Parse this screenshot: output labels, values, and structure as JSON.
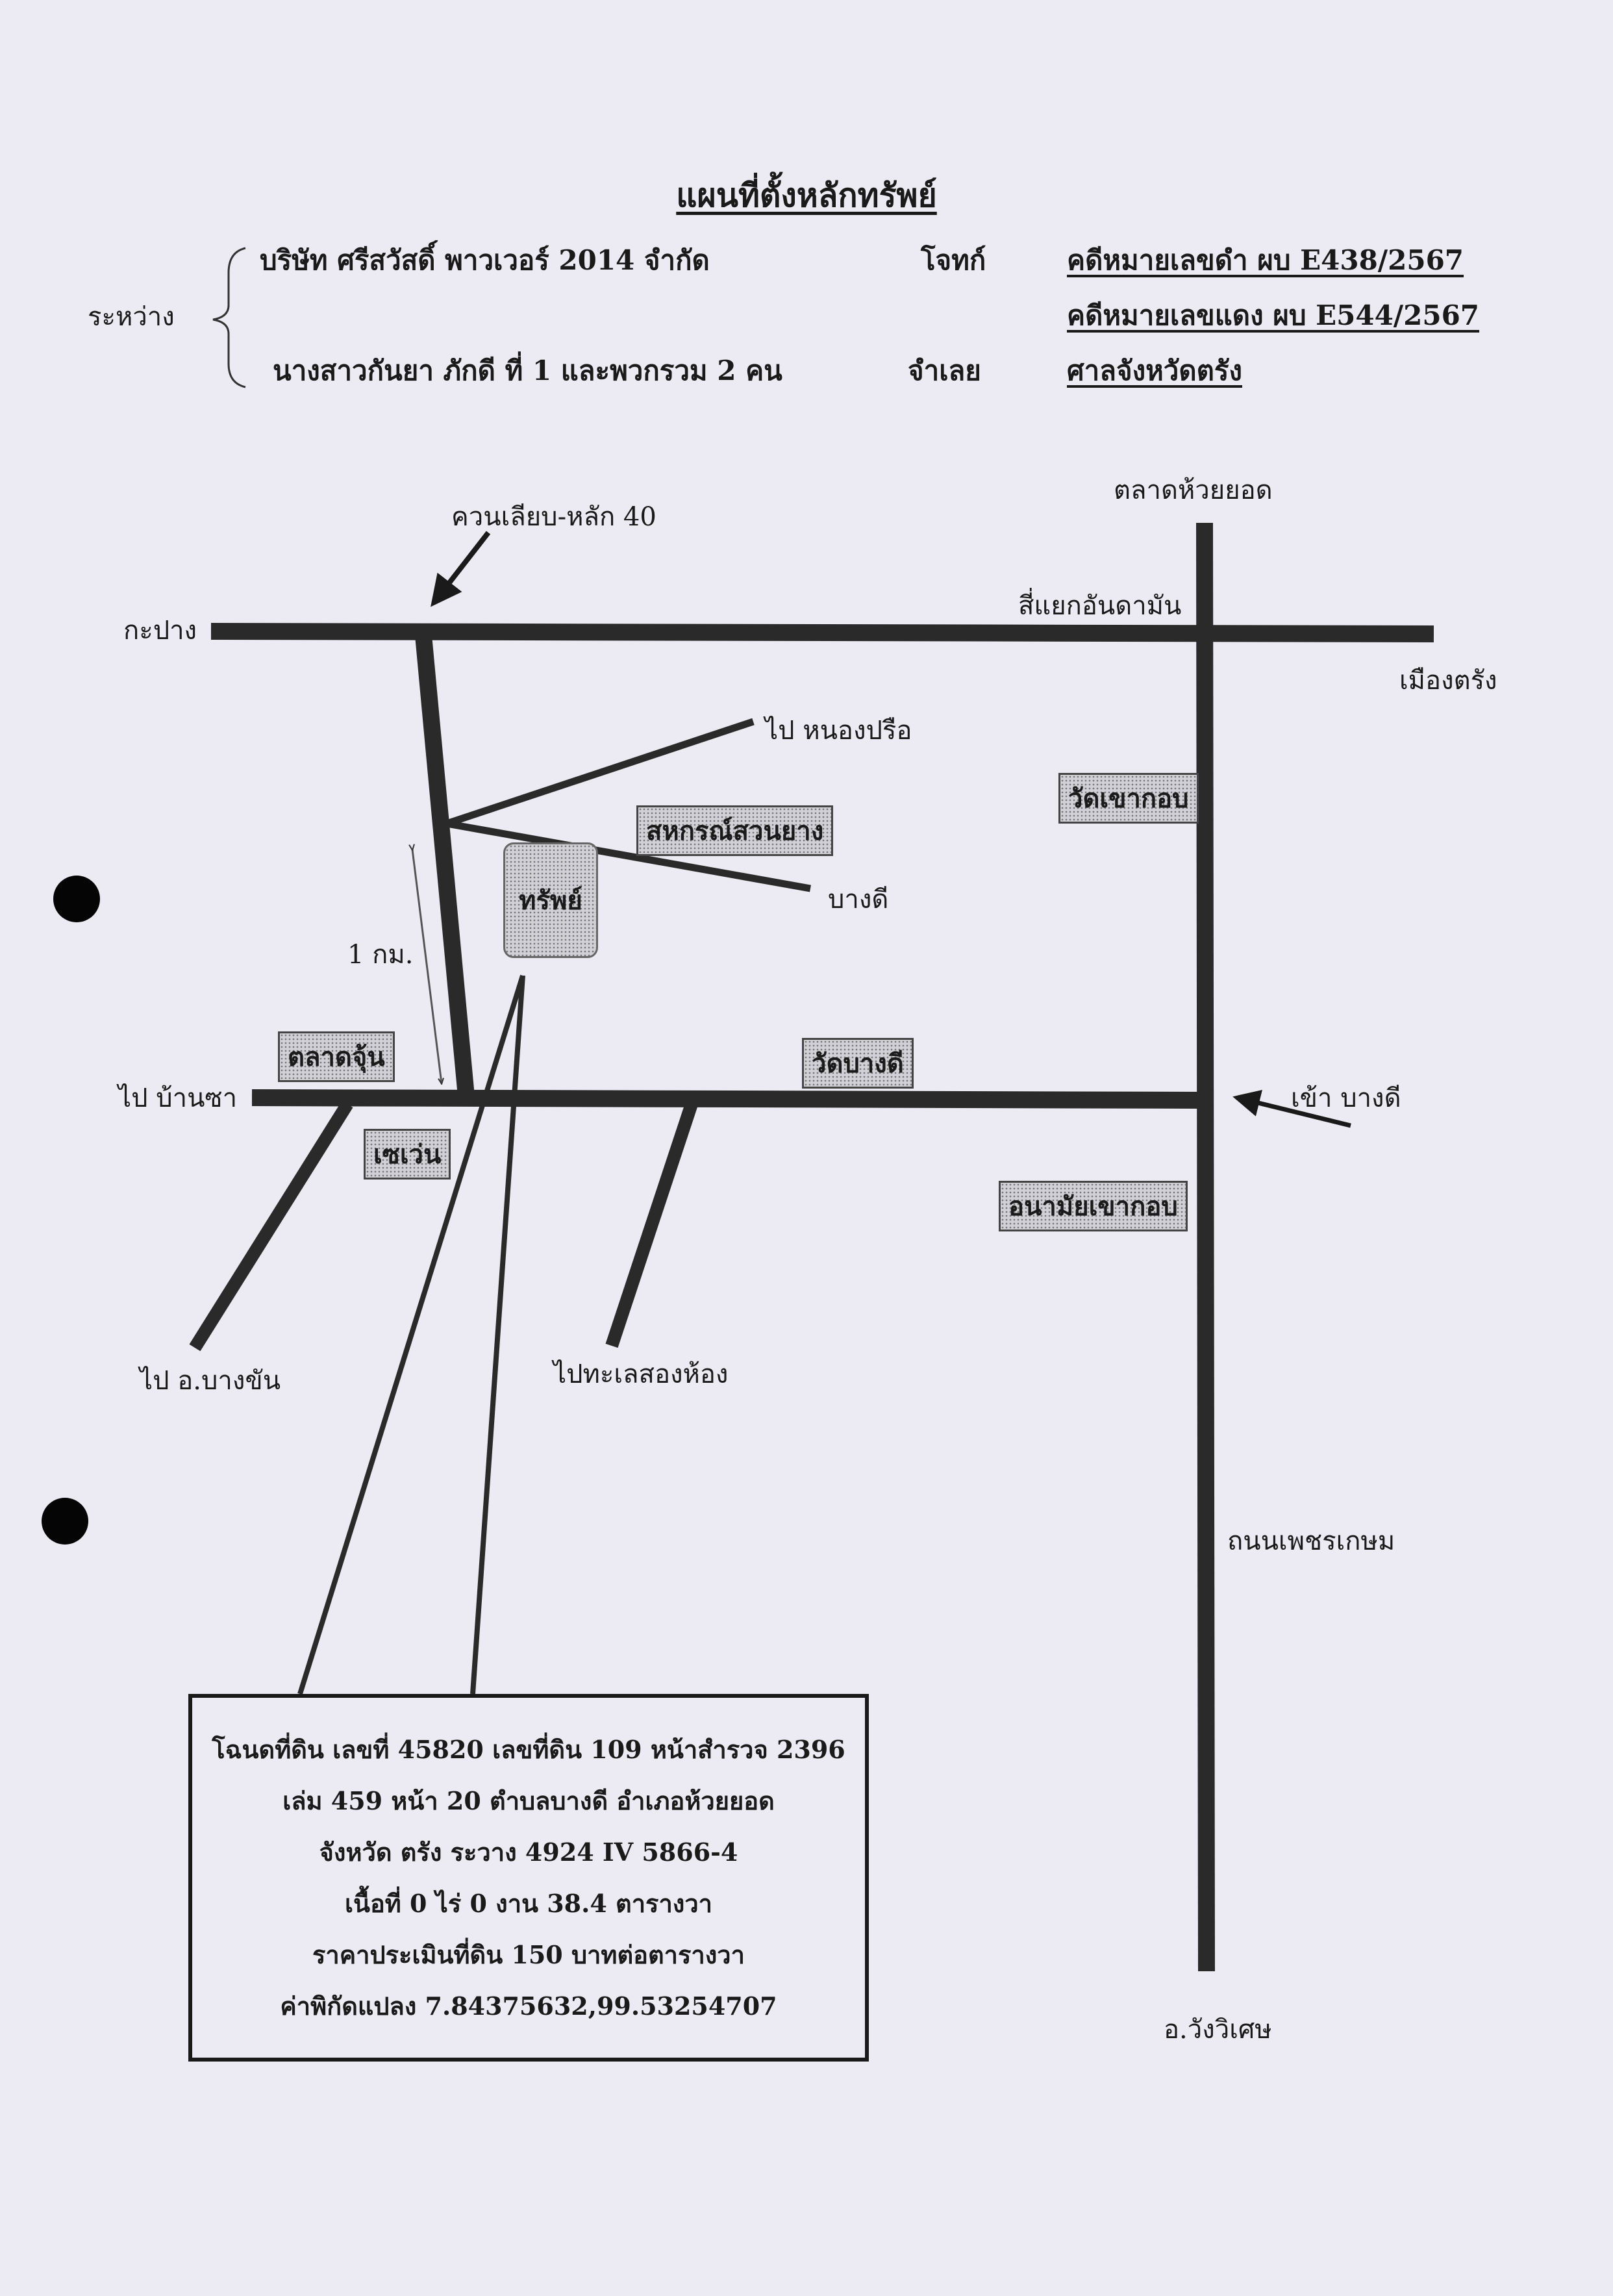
{
  "header": {
    "title": "แผนที่ตั้งหลักทรัพย์",
    "between_label": "ระหว่าง",
    "plaintiff_name": "บริษัท ศรีสวัสดิ์ พาวเวอร์ 2014 จำกัด",
    "plaintiff_role": "โจทก์",
    "defendant_name": "นางสาวกันยา ภักดี ที่ 1 และพวกรวม 2 คน",
    "defendant_role": "จำเลย",
    "black_case": "คดีหมายเลขดำ ผบ E438/2567",
    "red_case": "คดีหมายเลขแดง ผบ E544/2567",
    "court": "ศาลจังหวัดตรัง"
  },
  "map": {
    "labels": {
      "khuan_liab": "ควนเลียบ-หลัก 40",
      "talat_huai_yot": "ตลาดห้วยยอด",
      "kapang": "กะปาง",
      "si_yaek": "สี่แยกอันดามัน",
      "mueang_trang": "เมืองตรัง",
      "nong_prue": "ไป หนองปรือ",
      "bang_di_branch": "บางดี",
      "one_km": "1 กม.",
      "ban_na_sa": "ไป บ้านซา",
      "khao_bang_di": "เข้า บางดี",
      "bang_khan": "ไป อ.บางขัน",
      "thale_song_hong": "ไปทะเลสองห้อง",
      "phetkasem": "ถนนเพชรเกษม",
      "wang_wiset": "อ.วังวิเศษ"
    },
    "landmarks": {
      "coop": "สหกรณ์สวนยาง",
      "wat_khao_kop": "วัดเขากอบ",
      "property": "ทรัพย์",
      "talat_chun": "ตลาดจุ้น",
      "wat_bang_di": "วัดบางดี",
      "seven_eleven": "เซเว่น",
      "health_center": "อนามัยเขากอบ"
    }
  },
  "info": {
    "line1": "โฉนดที่ดิน เลขที่ 45820 เลขที่ดิน 109 หน้าสำรวจ 2396",
    "line2": "เล่ม 459 หน้า 20 ตำบลบางดี อำเภอห้วยยอด",
    "line3": "จังหวัด ตรัง ระวาง 4924 IV 5866-4",
    "line4": "เนื้อที่ 0 ไร่ 0 งาน 38.4 ตารางวา",
    "line5": "ราคาประเมินที่ดิน 150 บาทต่อตารางวา",
    "line6": "ค่าพิกัดแปลง 7.84375632,99.53254707"
  }
}
